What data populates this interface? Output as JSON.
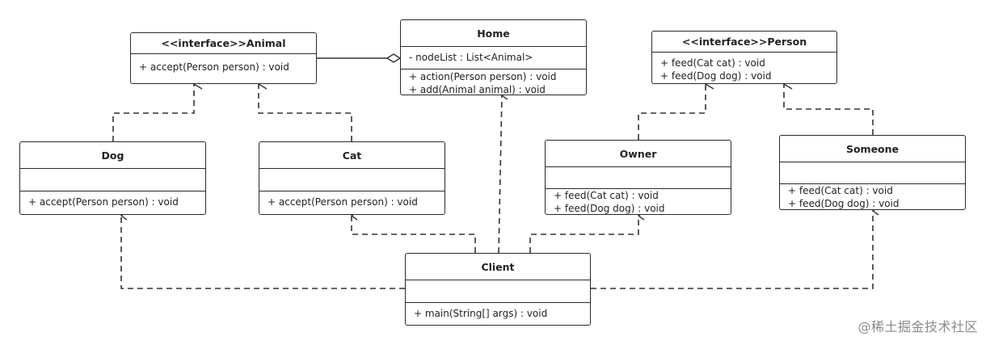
{
  "classes": {
    "animal": {
      "title": "<<interface>>Animal",
      "methods": [
        "+ accept(Person person) : void"
      ]
    },
    "home": {
      "title": "Home",
      "attributes": [
        "- nodeList : List<Animal>"
      ],
      "methods": [
        "+ action(Person person) : void",
        "+ add(Animal animal) : void"
      ]
    },
    "person": {
      "title": "<<interface>>Person",
      "methods": [
        "+ feed(Cat cat) : void",
        "+ feed(Dog dog) : void"
      ]
    },
    "dog": {
      "title": "Dog",
      "methods": [
        "+ accept(Person person) : void"
      ]
    },
    "cat": {
      "title": "Cat",
      "methods": [
        "+ accept(Person person) : void"
      ]
    },
    "owner": {
      "title": "Owner",
      "methods": [
        "+ feed(Cat cat) : void",
        "+ feed(Dog dog) : void"
      ]
    },
    "someone": {
      "title": "Someone",
      "methods": [
        "+ feed(Cat cat) : void",
        "+ feed(Dog dog) : void"
      ]
    },
    "client": {
      "title": "Client",
      "methods": [
        "+ main(String[] args) : void"
      ]
    }
  },
  "watermark": "@稀土掘金技术社区"
}
